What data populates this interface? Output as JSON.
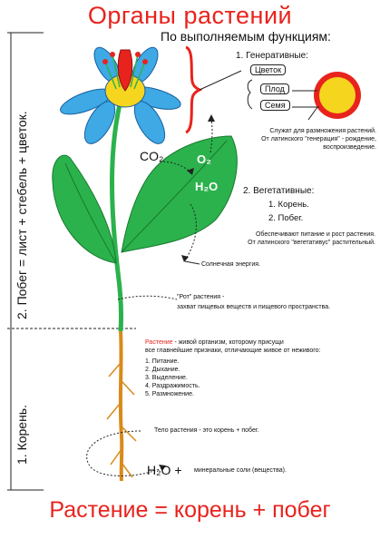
{
  "title": "Органы растений",
  "subtitle": "По выполняемым функциям:",
  "shoot_label": "2. Побег = лист + стебель + цветок.",
  "root_label": "1. Корень.",
  "generative": {
    "heading": "1. Генеративные:",
    "flower": "Цветок",
    "fruit": "Плод",
    "seed": "Семя",
    "desc_line1": "Служат для размножения растений.",
    "desc_line2": "От латинского \"генерация\" - рождение,",
    "desc_line3": "воспроизведение."
  },
  "vegetative": {
    "heading": "2. Вегетативные:",
    "item1": "1. Корень.",
    "item2": "2. Побег.",
    "desc_line1": "Обеспечивают питание и рост растения.",
    "desc_line2": "От латинского \"вегетативус\" растительный."
  },
  "chem": {
    "co2": "CO₂",
    "o2": "O₂",
    "h2o_leaf": "H₂O",
    "h2o_root": "H₂O +",
    "minerals": "минеральные соли (вещества)."
  },
  "solar": "Солнечная энергия.",
  "mouth_label": "\"Рот\" растения -",
  "mouth_desc": "захват пищевых веществ и пищевого пространства.",
  "plant_def": {
    "lead": "Растение",
    "line1": " - живой организм, которому присущи",
    "line2": "все главнейшие признаки, отличающие живое от неживого:",
    "items": [
      "1. Питание.",
      "2. Дыхание.",
      "3. Выделение.",
      "4. Раздражимость.",
      "5. Размножение."
    ]
  },
  "body_note": "Тело растения - это корень + побег.",
  "bottom_title": "Растение = корень + побег",
  "colors": {
    "accent": "#e8231d",
    "leaf": "#2bb24c",
    "petal": "#3ea9e4",
    "root": "#d98a1a",
    "fruit": "#f5a623"
  }
}
